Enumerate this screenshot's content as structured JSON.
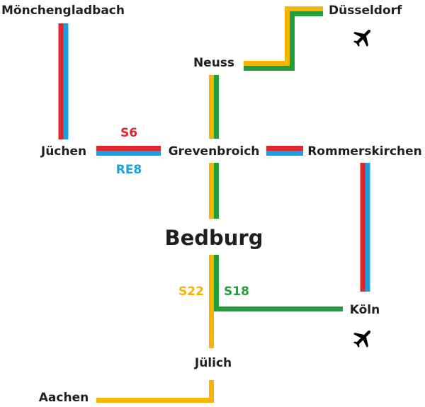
{
  "colors": {
    "s6": "#e0262b",
    "re8": "#1a9fe0",
    "s22": "#f4b400",
    "s18": "#1f9e3a",
    "text": "#1f1f1f"
  },
  "stations": {
    "moenchengladbach": "Mönchengladbach",
    "duesseldorf": "Düsseldorf",
    "neuss": "Neuss",
    "juechen": "Jüchen",
    "grevenbroich": "Grevenbroich",
    "rommerskirchen": "Rommerskirchen",
    "bedburg": "Bedburg",
    "koeln": "Köln",
    "juelich": "Jülich",
    "aachen": "Aachen"
  },
  "lines": {
    "s6": "S6",
    "re8": "RE8",
    "s22": "S22",
    "s18": "S18"
  },
  "icons": {
    "duesseldorf_airport": "airplane-icon",
    "koeln_airport": "airplane-icon"
  }
}
